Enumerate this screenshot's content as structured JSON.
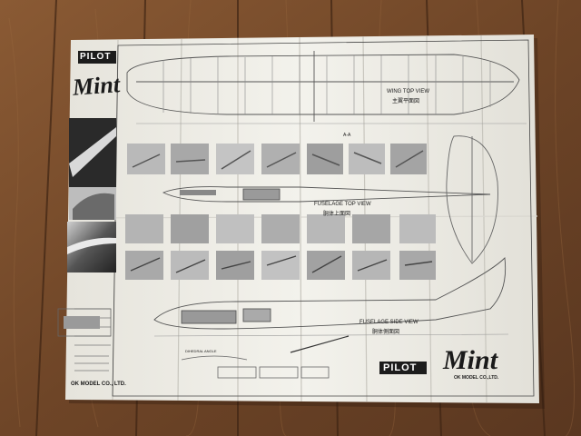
{
  "photo": {
    "subject": "plan-sheet-on-wood-floor",
    "colors": {
      "floor": "#7a4f2e",
      "floor_dark": "#4e3019",
      "paper": "#efeee8",
      "ink": "#1a1a1a"
    }
  },
  "plan": {
    "brand_top": "PILOT",
    "product_top": "Mint",
    "wing_view_label": "WING TOP VIEW",
    "wing_view_label_jp": "主翼平面図",
    "fuselage_top_label": "FUSELAGE TOP VIEW",
    "fuselage_top_label_jp": "胴体上面図",
    "fuselage_side_label": "FUSELAGE SIDE VIEW",
    "fuselage_side_label_jp": "胴体側面図",
    "brand_bottom": "PILOT",
    "product_bottom": "Mint",
    "maker": "OK MODEL CO., LTD.",
    "maker_right": "OK MODEL CO.,LTD.",
    "section_label": "A-A",
    "dihedral_label": "DIHEDRAL ANGLE"
  }
}
